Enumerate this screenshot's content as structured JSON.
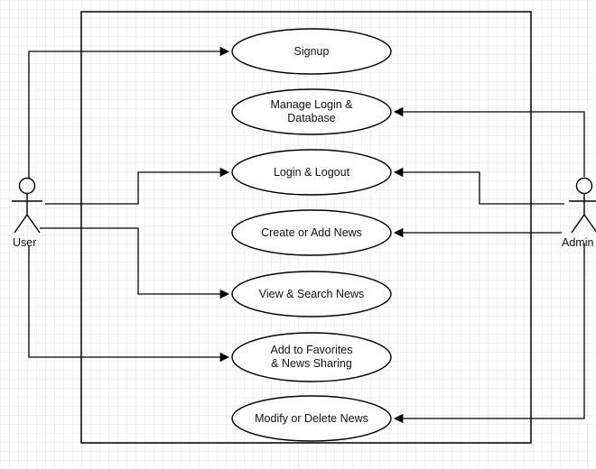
{
  "diagram": {
    "colors": {
      "stroke": "#000000",
      "fill": "#ffffff",
      "grid": "#e9e9e9",
      "text": "#111111"
    },
    "actors": {
      "user": {
        "label": "User"
      },
      "admin": {
        "label": "Admin"
      }
    },
    "use_cases": [
      {
        "id": "signup",
        "label": "Signup"
      },
      {
        "id": "manage_login_db",
        "label": "Manage Login &\nDatabase"
      },
      {
        "id": "login_logout",
        "label": "Login & Logout"
      },
      {
        "id": "create_add_news",
        "label": "Create or Add News"
      },
      {
        "id": "view_search_news",
        "label": "View & Search News"
      },
      {
        "id": "favorites_sharing",
        "label": "Add to Favorites\n& News Sharing"
      },
      {
        "id": "modify_delete_news",
        "label": "Modify or Delete News"
      }
    ],
    "associations": [
      {
        "from": "user",
        "to": "signup"
      },
      {
        "from": "user",
        "to": "login_logout"
      },
      {
        "from": "user",
        "to": "view_search_news"
      },
      {
        "from": "user",
        "to": "favorites_sharing"
      },
      {
        "from": "admin",
        "to": "manage_login_db"
      },
      {
        "from": "admin",
        "to": "login_logout"
      },
      {
        "from": "admin",
        "to": "create_add_news"
      },
      {
        "from": "admin",
        "to": "modify_delete_news"
      }
    ]
  }
}
